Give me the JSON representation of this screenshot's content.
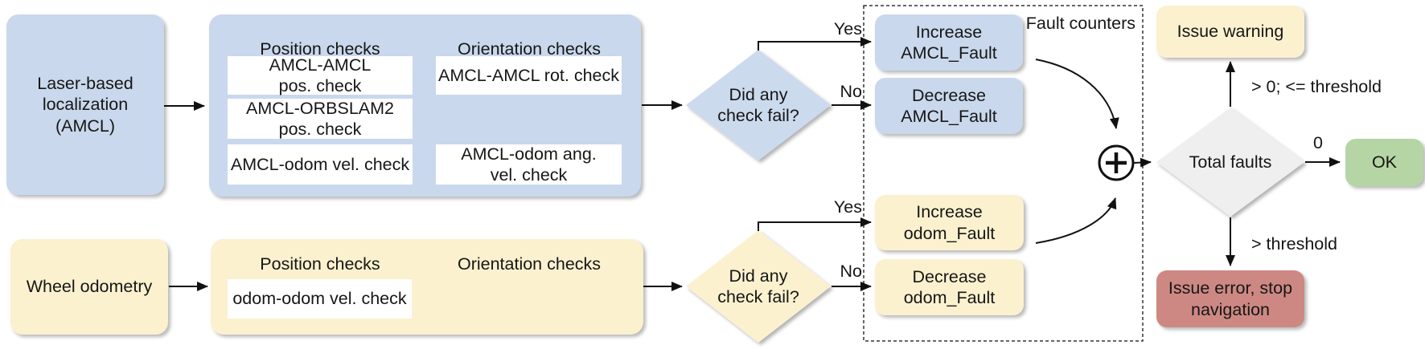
{
  "colors": {
    "amcl_fill": "#c9d8ec",
    "odom_fill": "#fbf1cf",
    "ok_fill": "#b6d5a4",
    "error_fill": "#ce8883",
    "total_faults_fill": "#efefef",
    "check_item_fill": "#ffffff",
    "line_color": "#111111"
  },
  "amcl": {
    "source_label": "Laser-based localization (AMCL)",
    "panel": {
      "position_header": "Position checks",
      "orientation_header": "Orientation checks",
      "position_items": [
        "AMCL-AMCL pos. check",
        "AMCL-ORBSLAM2 pos. check",
        "AMCL-odom vel. check"
      ],
      "orientation_items": [
        "AMCL-AMCL rot. check",
        "AMCL-odom ang. vel. check"
      ]
    },
    "decision_label": "Did any check fail?",
    "yes_label": "Yes",
    "no_label": "No",
    "increase_label": "Increase AMCL_Fault",
    "decrease_label": "Decrease AMCL_Fault"
  },
  "odom": {
    "source_label": "Wheel odometry",
    "panel": {
      "position_header": "Position checks",
      "orientation_header": "Orientation checks",
      "position_items": [
        "odom-odom vel. check"
      ]
    },
    "decision_label": "Did any check fail?",
    "yes_label": "Yes",
    "no_label": "No",
    "increase_label": "Increase odom_Fault",
    "decrease_label": "Decrease odom_Fault"
  },
  "counters": {
    "label": "Fault counters",
    "sum_icon": "plus"
  },
  "outcome": {
    "decision_label": "Total faults",
    "warning_branch_label": "> 0; <= threshold",
    "ok_branch_label": "0",
    "error_branch_label": "> threshold",
    "warning_label": "Issue warning",
    "ok_label": "OK",
    "error_label": "Issue error, stop navigation"
  }
}
